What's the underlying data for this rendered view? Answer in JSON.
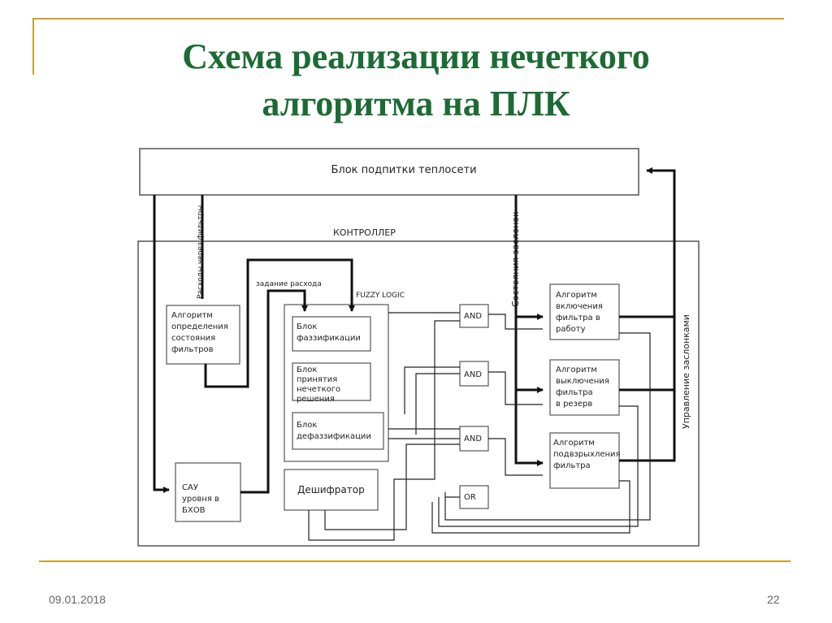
{
  "slide": {
    "title_line1": "Схема реализации нечеткого",
    "title_line2": "алгоритма на ПЛК",
    "date": "09.01.2018",
    "page_number": "22",
    "accent_color": "#c9a227",
    "title_color": "#1c6b34"
  },
  "diagram": {
    "top_block": "Блок подпитки теплосети",
    "controller": "КОНТРОЛЛЕР",
    "fuzzy_logic": "FUZZY LOGIC",
    "flow_through_filters": "Расходы через фильтры",
    "flow_setpoint": "задание расхода",
    "damper_states": "Состояния заслонок",
    "damper_control": "Управление заслонками",
    "filter_state_algorithm": [
      "Алгоритм",
      "определения",
      "состояния",
      "фильтров"
    ],
    "sau_block": [
      "САУ",
      "уровня в",
      "БХОВ"
    ],
    "fuzzification": [
      "Блок",
      "фаззификации"
    ],
    "fuzzy_decision": [
      "Блок",
      "принятия",
      "нечеткого",
      "решения"
    ],
    "defuzzification": [
      "Блок",
      "дефаззификации"
    ],
    "decoder": "Дешифратор",
    "and_gate": "AND",
    "or_gate": "OR",
    "filter_on_algorithm": [
      "Алгоритм",
      "включения",
      "фильтра в",
      "работу"
    ],
    "filter_off_algorithm": [
      "Алгоритм",
      "выключения",
      "фильтра",
      "в резерв"
    ],
    "filter_loosen_algorithm": [
      "Алгоритм",
      "подвзрыхления",
      "фильтра"
    ]
  }
}
